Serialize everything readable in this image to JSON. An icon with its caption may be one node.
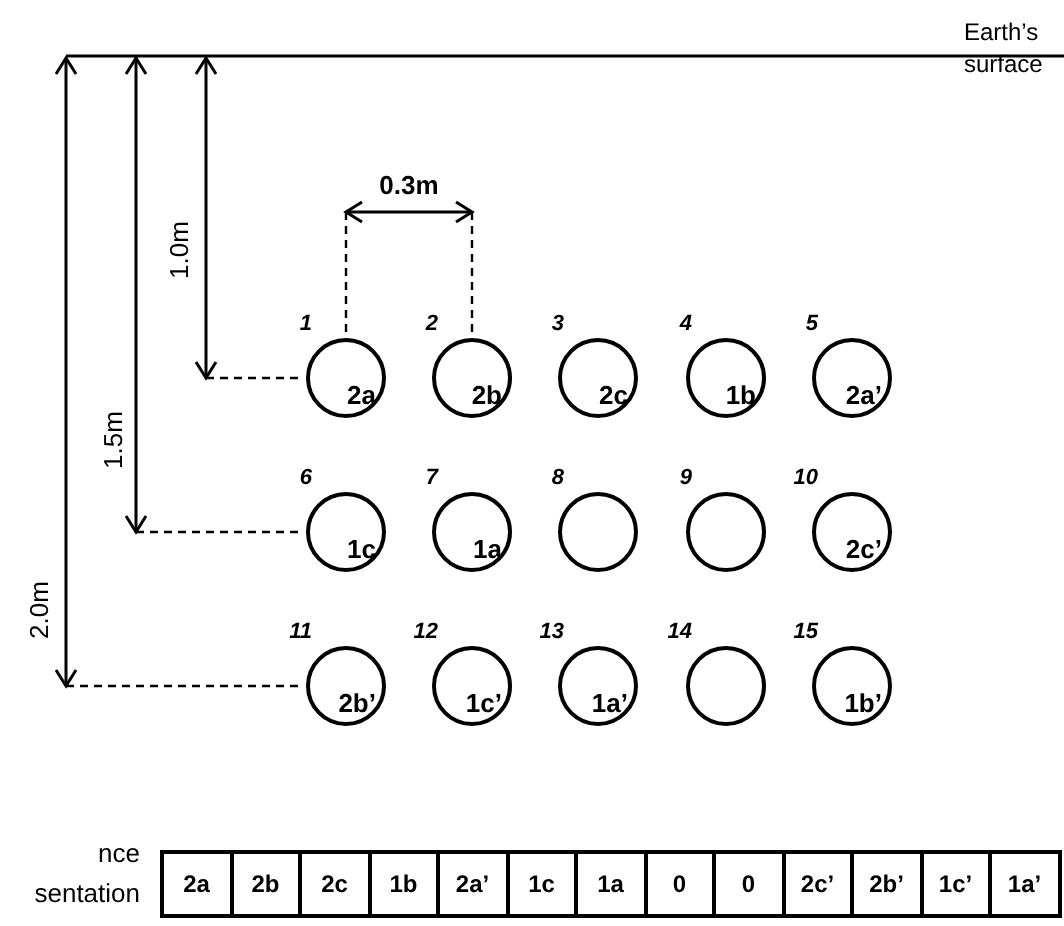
{
  "diagram": {
    "nodes": [
      {
        "text": [
          "2a"
        ],
        "beside": [
          "1"
        ]
      },
      {
        "text": [
          "2b"
        ],
        "beside": [
          "2"
        ]
      },
      {
        "text": [
          "2c"
        ],
        "beside": [
          "3"
        ]
      },
      {
        "text": [
          "1b"
        ],
        "beside": [
          "4"
        ]
      },
      {
        "text": [
          "2a’"
        ],
        "beside": [
          "5"
        ]
      },
      {
        "text": [
          "1c"
        ],
        "beside": [
          "6"
        ]
      },
      {
        "text": [
          "1a"
        ],
        "beside": [
          "7"
        ]
      },
      {
        "text": [],
        "shape": "circle",
        "beside": [
          "8"
        ]
      },
      {
        "text": [],
        "shape": "circle",
        "beside": [
          "9"
        ]
      },
      {
        "text": [
          "2c’"
        ],
        "beside": [
          "10"
        ]
      },
      {
        "text": [
          "2b’"
        ],
        "beside": [
          "11"
        ]
      },
      {
        "text": [
          "1c’"
        ],
        "beside": [
          "12"
        ]
      },
      {
        "text": [
          "1a’"
        ],
        "beside": [
          "13"
        ]
      },
      {
        "text": [],
        "shape": "circle",
        "beside": [
          "14"
        ]
      },
      {
        "text": [
          "1b’"
        ],
        "beside": [
          "15"
        ]
      }
    ],
    "edges": [],
    "labels": [
      "Earth’s surface",
      "0.3m",
      "1.0m",
      "1.5m",
      "2.0m",
      "nce",
      "sentation",
      "2a",
      "2b",
      "2c",
      "1b",
      "2a’",
      "1c",
      "1a",
      "0",
      "0",
      "2c’",
      "2b’",
      "1c’",
      "1a’"
    ]
  }
}
